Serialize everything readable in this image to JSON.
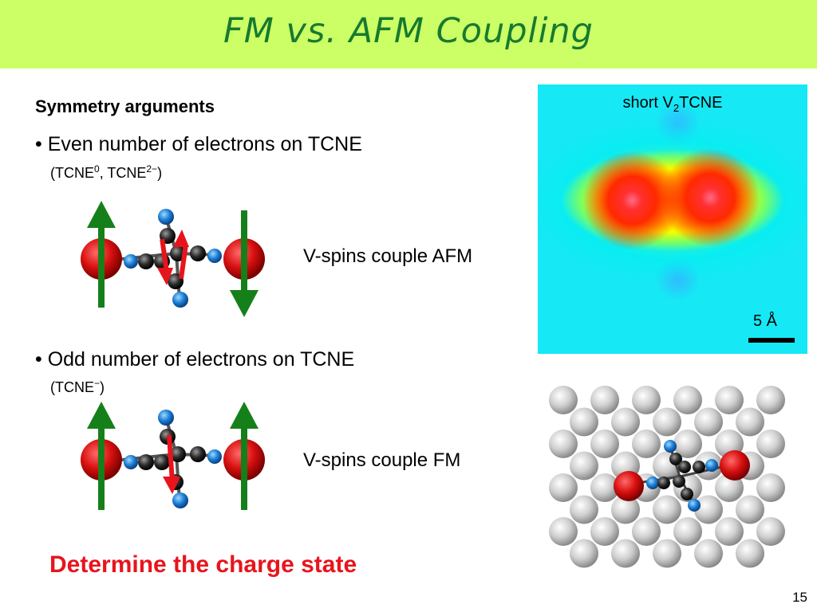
{
  "slide": {
    "title": "FM vs. AFM Coupling",
    "page_number": "15",
    "heading": "Symmetry arguments",
    "bullets": [
      {
        "text": "• Even number of electrons on TCNE",
        "sub": [
          "(TCNE",
          "0",
          ", TCNE",
          "2−",
          ")"
        ],
        "caption": "V-spins couple AFM"
      },
      {
        "text": "• Odd number of electrons on TCNE",
        "sub": [
          "(TCNE",
          "−",
          ")"
        ],
        "caption": "V-spins couple FM"
      }
    ],
    "conclusion": "Determine the charge state",
    "map": {
      "label_pre": "short V",
      "label_sub": "2",
      "label_post": "TCNE",
      "scale_label": "5 Å"
    }
  },
  "colors": {
    "title_bar": "#ccff66",
    "title_text": "#177a2e",
    "conclusion": "#e8141c",
    "spin_arrow_green": "#15801a",
    "spin_arrow_red": "#e8141c"
  }
}
